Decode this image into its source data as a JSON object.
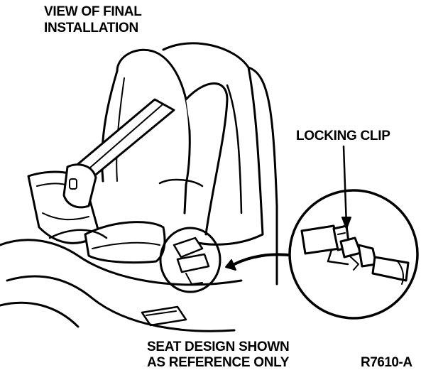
{
  "title": {
    "line1": "VIEW OF FINAL",
    "line2": "INSTALLATION"
  },
  "callout": {
    "label": "LOCKING CLIP"
  },
  "note": {
    "line1": "SEAT DESIGN SHOWN",
    "line2": "AS REFERENCE ONLY"
  },
  "figure_id": "R7610-A",
  "colors": {
    "ink": "#000000",
    "paper": "#ffffff"
  }
}
